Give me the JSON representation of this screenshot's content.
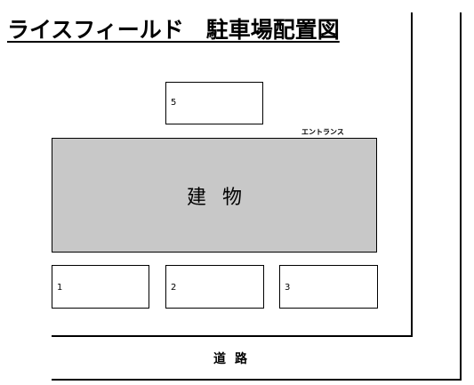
{
  "diagram": {
    "title": "ライスフィールド　駐車場配置図",
    "building_label": "建物",
    "entrance_label": "エントランス",
    "road_label": "道路",
    "parking_spaces": [
      {
        "number": "5"
      },
      {
        "number": "1"
      },
      {
        "number": "2"
      },
      {
        "number": "3"
      }
    ]
  }
}
